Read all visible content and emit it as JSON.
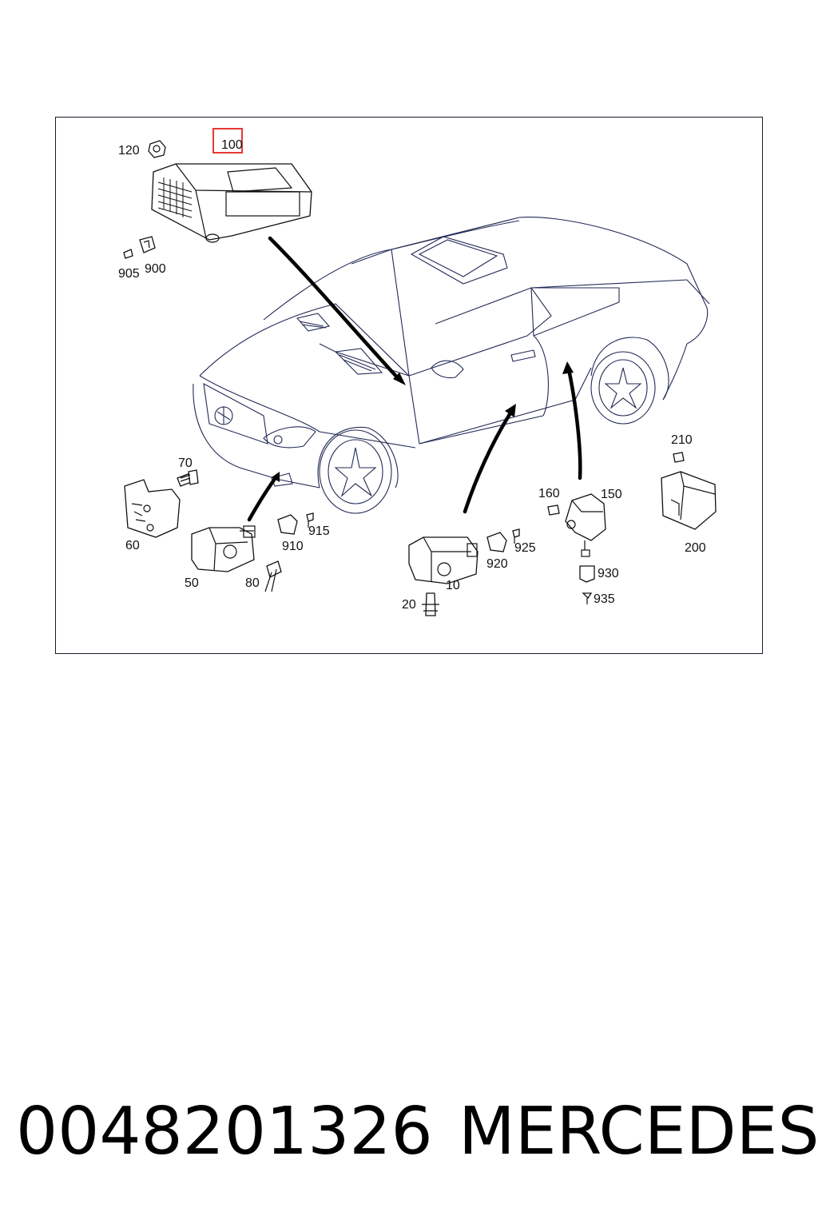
{
  "diagram": {
    "highlight_color": "#e53935",
    "line_color": "#222a55",
    "callouts": {
      "c120": "120",
      "c100": "100",
      "c905": "905",
      "c900": "900",
      "c70": "70",
      "c60": "60",
      "c50": "50",
      "c80": "80",
      "c910": "910",
      "c915": "915",
      "c10": "10",
      "c20": "20",
      "c920": "920",
      "c925": "925",
      "c160": "160",
      "c150": "150",
      "c930": "930",
      "c935": "935",
      "c210": "210",
      "c200": "200"
    }
  },
  "caption": {
    "part_number": "0048201326",
    "make": "MERCEDES"
  }
}
